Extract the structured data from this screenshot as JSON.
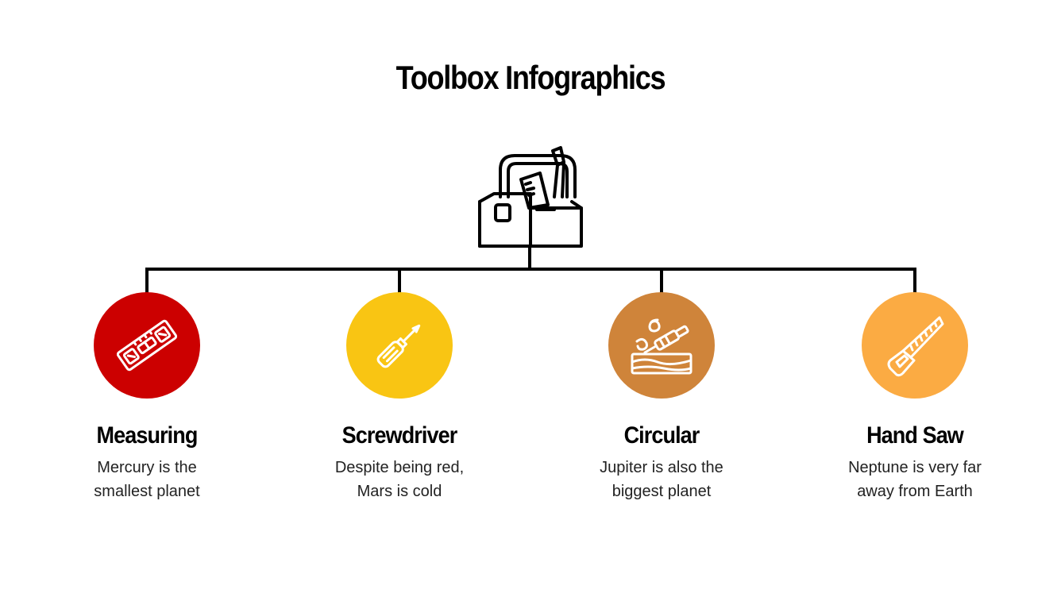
{
  "title": "Toolbox Infographics",
  "colors": {
    "line": "#000000",
    "measuring": "#cc0000",
    "screwdriver": "#f9c513",
    "circular": "#cf843a",
    "handsaw": "#fbab43"
  },
  "toolbox": {
    "icon": "toolbox-icon"
  },
  "items": [
    {
      "icon": "level-ruler-icon",
      "title": "Measuring",
      "text": "Mercury is the\nsmallest planet",
      "color": "#cc0000"
    },
    {
      "icon": "screwdriver-icon",
      "title": "Screwdriver",
      "text": "Despite being red,\nMars is cold",
      "color": "#f9c513"
    },
    {
      "icon": "wood-plane-icon",
      "title": "Circular",
      "text": "Jupiter is also the\nbiggest planet",
      "color": "#cf843a"
    },
    {
      "icon": "hand-saw-icon",
      "title": "Hand Saw",
      "text": "Neptune is very far\naway from Earth",
      "color": "#fbab43"
    }
  ]
}
